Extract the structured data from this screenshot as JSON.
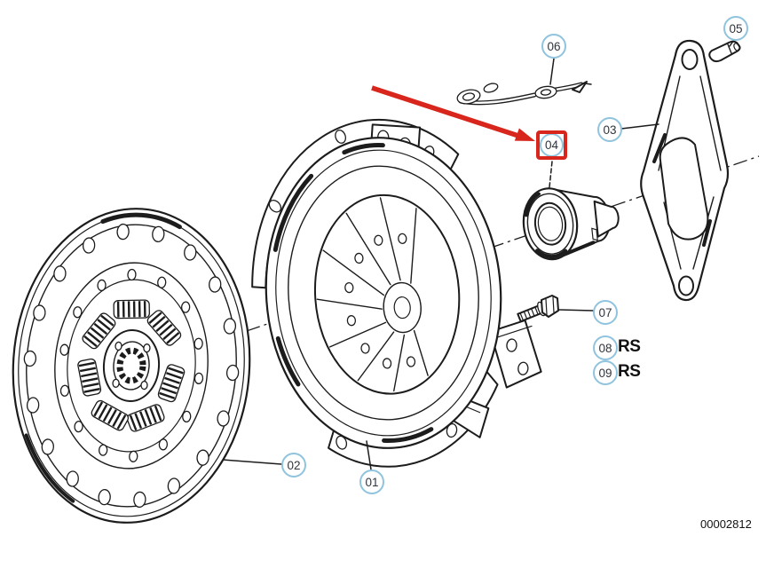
{
  "figure": {
    "drawing_number": "00002812",
    "highlight_color": "#d9261c",
    "callout_border_color": "#90c4de",
    "line_color": "#1c1c1c",
    "callouts": [
      {
        "label": "01"
      },
      {
        "label": "02"
      },
      {
        "label": "03"
      },
      {
        "label": "04",
        "highlighted": true
      },
      {
        "label": "05"
      },
      {
        "label": "06"
      },
      {
        "label": "07"
      },
      {
        "label": "08",
        "suffix": "RS"
      },
      {
        "label": "09",
        "suffix": "RS"
      }
    ]
  }
}
